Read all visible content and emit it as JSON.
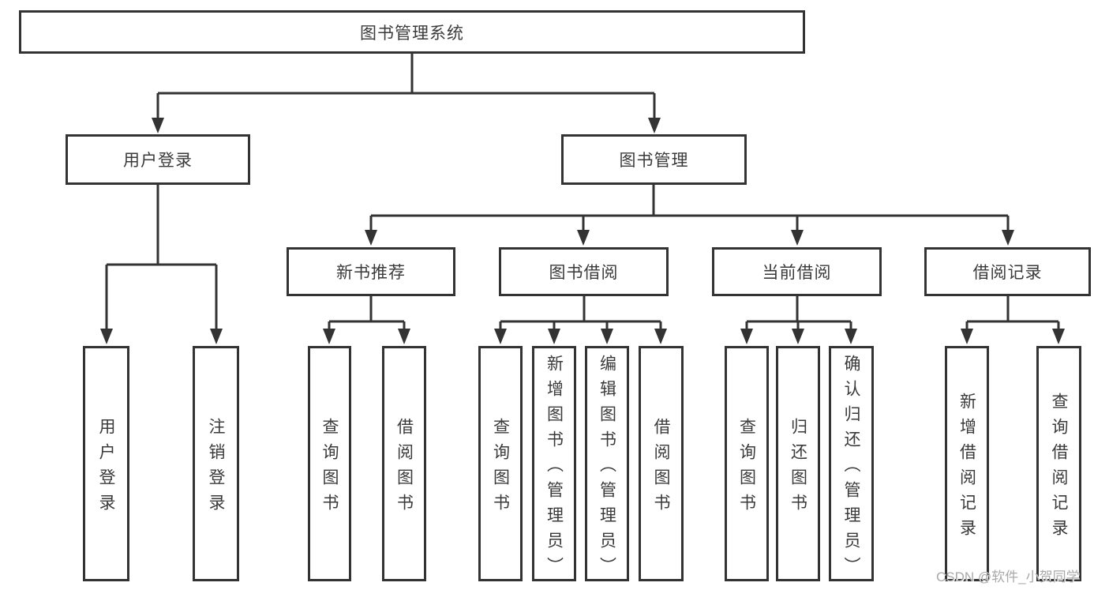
{
  "colors": {
    "line": "#333333",
    "node_border": "#333333",
    "node_text": "#3a3a3a",
    "watermark_text": "#a9a9a9",
    "background": "#ffffff"
  },
  "watermark": {
    "text": "CSDN @软件_小贺同学"
  },
  "tree": {
    "root": {
      "label": "图书管理系统",
      "children": [
        {
          "label": "用户登录",
          "children": [
            {
              "label": "用户登录"
            },
            {
              "label": "注销登录"
            }
          ]
        },
        {
          "label": "图书管理",
          "children": [
            {
              "label": "新书推荐",
              "children": [
                {
                  "label": "查询图书"
                },
                {
                  "label": "借阅图书"
                }
              ]
            },
            {
              "label": "图书借阅",
              "children": [
                {
                  "label": "查询图书"
                },
                {
                  "label": "新增图书（管理员）"
                },
                {
                  "label": "编辑图书（管理员）"
                },
                {
                  "label": "借阅图书"
                }
              ]
            },
            {
              "label": "当前借阅",
              "children": [
                {
                  "label": "查询图书"
                },
                {
                  "label": "归还图书"
                },
                {
                  "label": "确认归还（管理员）"
                }
              ]
            },
            {
              "label": "借阅记录",
              "children": [
                {
                  "label": "新增借阅记录"
                },
                {
                  "label": "查询借阅记录"
                }
              ]
            }
          ]
        }
      ]
    }
  }
}
